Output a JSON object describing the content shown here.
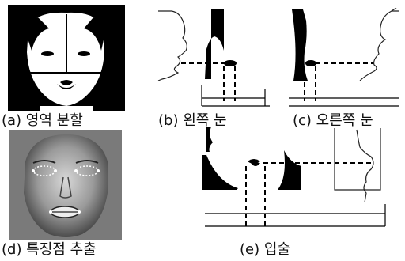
{
  "captions": {
    "a": "(a) 영역 분할",
    "b": "(b) 왼쪽 눈",
    "c": "(c) 오른쪽 눈",
    "d": "(d) 특징점 추출",
    "e": "(e) 입술"
  }
}
